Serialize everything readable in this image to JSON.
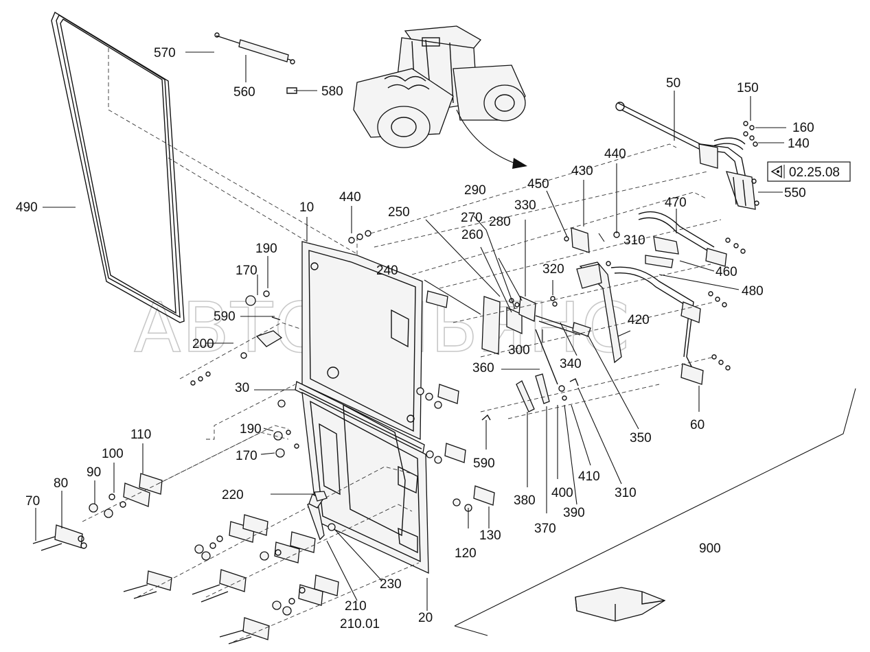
{
  "watermark": "АВТОАЛЬЯНС",
  "reference": "02.25.08",
  "callouts": [
    "10",
    "20",
    "30",
    "50",
    "60",
    "70",
    "80",
    "90",
    "100",
    "110",
    "120",
    "130",
    "140",
    "150",
    "160",
    "170",
    "190",
    "200",
    "210",
    "210.01",
    "220",
    "230",
    "240",
    "250",
    "260",
    "270",
    "280",
    "290",
    "300",
    "310",
    "320",
    "330",
    "340",
    "350",
    "360",
    "370",
    "380",
    "390",
    "400",
    "410",
    "420",
    "430",
    "440",
    "450",
    "460",
    "470",
    "480",
    "490",
    "550",
    "560",
    "570",
    "580",
    "590",
    "900"
  ],
  "labels": {
    "l490": "490",
    "l570": "570",
    "l560": "560",
    "l580": "580",
    "l50": "50",
    "l150": "150",
    "l160": "160",
    "l140": "140",
    "l550": "550",
    "l440a": "440",
    "l430": "430",
    "l450": "450",
    "l470": "470",
    "l310a": "310",
    "l460": "460",
    "l480": "480",
    "l420": "420",
    "l60": "60",
    "l290": "290",
    "l270": "270",
    "l280": "280",
    "l260": "260",
    "l330": "330",
    "l250": "250",
    "l240": "240",
    "l320": "320",
    "l300": "300",
    "l340": "340",
    "l360": "360",
    "l350": "350",
    "l310b": "310",
    "l410": "410",
    "l390": "390",
    "l400": "400",
    "l370": "370",
    "l380": "380",
    "l10": "10",
    "l440b": "440",
    "l190a": "190",
    "l170a": "170",
    "l590a": "590",
    "l200": "200",
    "l30": "30",
    "l190b": "190",
    "l170b": "170",
    "l590b": "590",
    "l110": "110",
    "l100": "100",
    "l90": "90",
    "l80": "80",
    "l70": "70",
    "l220": "220",
    "l210": "210",
    "l21001": "210.01",
    "l230": "230",
    "l20": "20",
    "l120": "120",
    "l130": "130",
    "l900": "900"
  }
}
